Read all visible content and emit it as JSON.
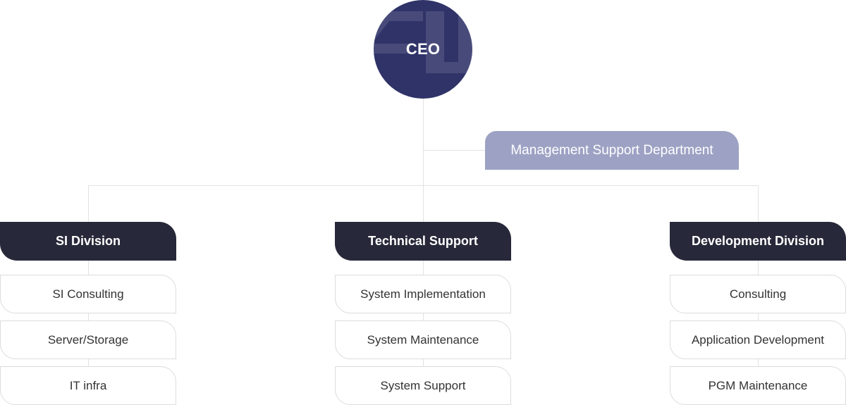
{
  "ceo": {
    "label": "CEO"
  },
  "management": {
    "label": "Management Support Department"
  },
  "divisions": [
    {
      "label": "SI Division",
      "items": [
        "SI Consulting",
        "Server/Storage",
        "IT infra"
      ]
    },
    {
      "label": "Technical Support",
      "items": [
        "System Implementation",
        "System Maintenance",
        "System Support"
      ]
    },
    {
      "label": "Development Division",
      "items": [
        "Consulting",
        "Application Development",
        "PGM Maintenance"
      ]
    }
  ],
  "colors": {
    "ceo": "#2f3368",
    "management": "#9da2c4",
    "division": "#272839",
    "connector": "#e2e2e2",
    "item_border": "#dcdcdc"
  }
}
